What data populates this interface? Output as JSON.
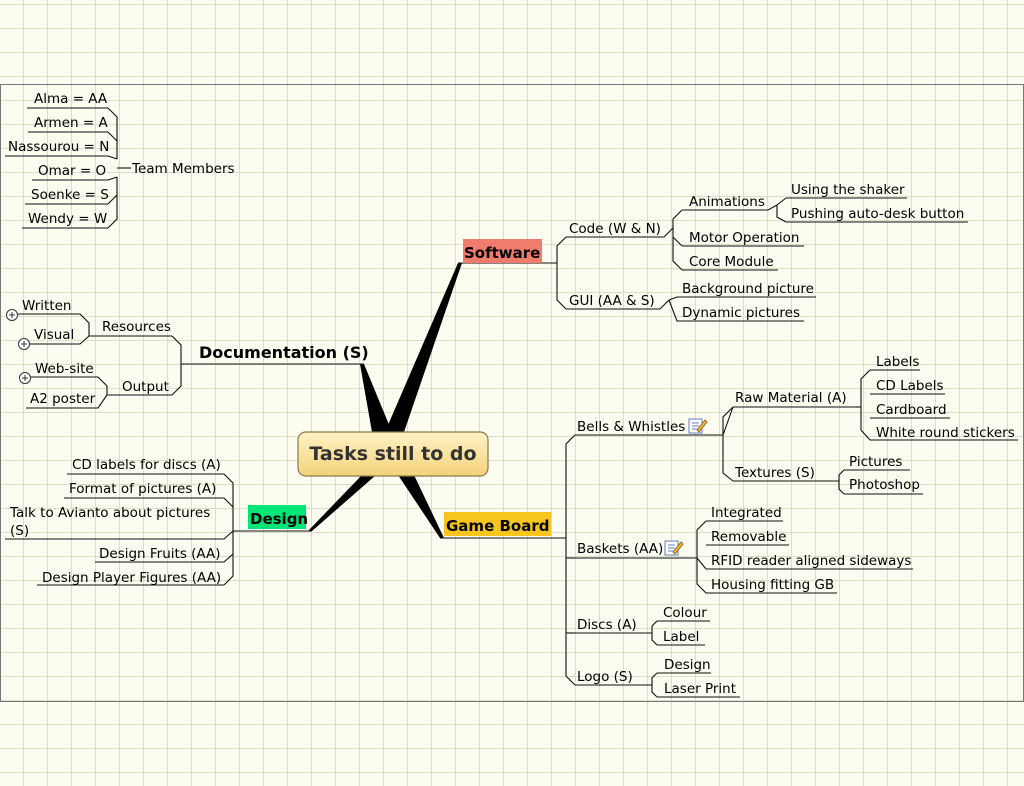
{
  "central": {
    "label": "Tasks still to do"
  },
  "team": {
    "label": "Team Members",
    "members": [
      "Alma = AA",
      "Armen = A",
      "Nassourou = N",
      "Omar = O",
      "Soenke = S",
      "Wendy = W"
    ]
  },
  "documentation": {
    "label": "Documentation (S)",
    "resources": {
      "label": "Resources",
      "items": [
        "Written",
        "Visual"
      ]
    },
    "output": {
      "label": "Output",
      "items": [
        "Web-site",
        "A2 poster"
      ]
    }
  },
  "design": {
    "label": "Design",
    "color": "#00e676",
    "items": [
      "CD labels for discs (A)",
      "Format of pictures (A)",
      "Talk to Avianto about pictures",
      "(S)",
      "Design Fruits (AA)",
      "Design Player Figures (AA)"
    ]
  },
  "software": {
    "label": "Software",
    "color": "#f07c6e",
    "code": {
      "label": "Code (W & N)",
      "animations": {
        "label": "Animations",
        "items": [
          "Using the shaker",
          "Pushing auto-desk button"
        ]
      },
      "items": [
        "Motor Operation",
        "Core Module"
      ]
    },
    "gui": {
      "label": "GUI (AA & S)",
      "items": [
        "Background picture",
        "Dynamic pictures"
      ]
    }
  },
  "gameboard": {
    "label": "Game Board",
    "color": "#f8c51c",
    "bells": {
      "label": "Bells & Whistles",
      "raw": {
        "label": "Raw Material (A)",
        "items": [
          "Labels",
          "CD Labels",
          "Cardboard",
          "White round stickers"
        ]
      },
      "textures": {
        "label": "Textures (S)",
        "items": [
          "Pictures",
          "Photoshop"
        ]
      }
    },
    "baskets": {
      "label": "Baskets (AA)",
      "items": [
        "Integrated",
        "Removable",
        "RFID reader aligned sideways",
        "Housing fitting GB"
      ]
    },
    "discs": {
      "label": "Discs (A)",
      "items": [
        "Colour",
        "Label"
      ]
    },
    "logo": {
      "label": "Logo (S)",
      "items": [
        "Design",
        "Laser Print"
      ]
    }
  },
  "icons": {
    "note": "note-icon",
    "expand": "plus-circle-icon"
  }
}
